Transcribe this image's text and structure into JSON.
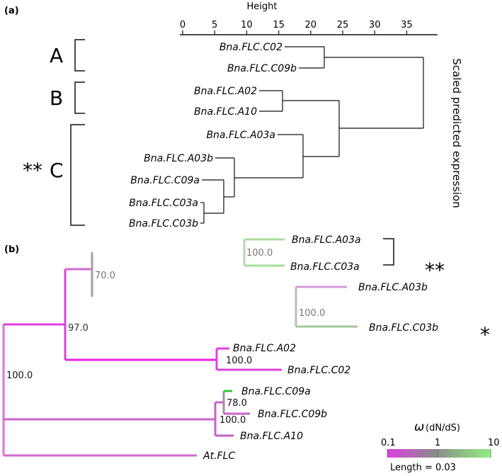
{
  "panel_a": {
    "label": "(a)",
    "axis_title": "Height",
    "ticks": [
      "0",
      "5",
      "10",
      "15",
      "20",
      "25",
      "30",
      "35"
    ],
    "right_label": "Scaled predicted expression",
    "clusters": [
      {
        "letter": "A",
        "marker": ""
      },
      {
        "letter": "B",
        "marker": ""
      },
      {
        "letter": "C",
        "marker": "**"
      }
    ],
    "leaves": [
      "Bna.FLC.C02",
      "Bna.FLC.C09b",
      "Bna.FLC.A02",
      "Bna.FLC.A10",
      "Bna.FLC.A03a",
      "Bna.FLC.A03b",
      "Bna.FLC.C09a",
      "Bna.FLC.C03a",
      "Bna.FLC.C03b"
    ]
  },
  "panel_b": {
    "label": "(b)",
    "leaves": [
      "Bna.FLC.A03a",
      "Bna.FLC.C03a",
      "Bna.FLC.A03b",
      "Bna.FLC.C03b",
      "Bna.FLC.A02",
      "Bna.FLC.C02",
      "Bna.FLC.C09a",
      "Bna.FLC.C09b",
      "Bna.FLC.A10",
      "At.FLC"
    ],
    "bootstrap": [
      "100.0",
      "70.0",
      "100.0",
      "97.0",
      "100.0",
      "100.0",
      "78.0",
      "100.0"
    ],
    "sig_upper": "**",
    "sig_lower": "*",
    "legend": {
      "symbol": "ω",
      "title": "(dN/dS)",
      "ticks": [
        "0.1",
        "1",
        "10"
      ],
      "length_label": "Length = 0.03",
      "colors": [
        "#e040e0",
        "#8a8a8a",
        "#90ee80"
      ]
    },
    "branch_colors": {
      "magenta": "#e040e0",
      "light_magenta": "#d77ed7",
      "grey": "#9a9a9a",
      "grey_green": "#a9bfa3",
      "light_green": "#90d08a",
      "green": "#2ecc2e"
    }
  }
}
